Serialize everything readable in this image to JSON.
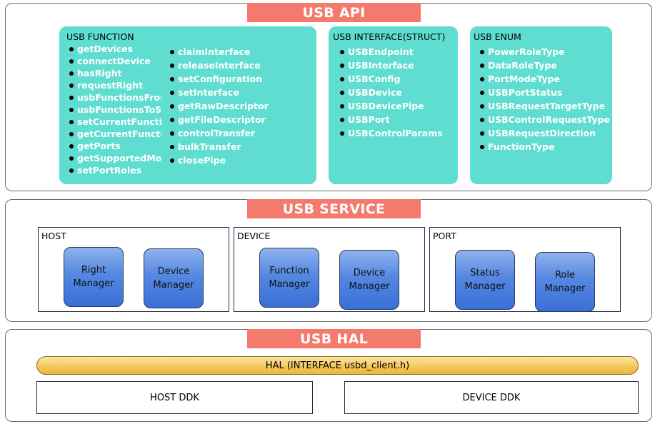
{
  "api": {
    "title": "USB API",
    "function": {
      "title": "USB FUNCTION",
      "col1": [
        "getDevices",
        "connectDevice",
        "hasRight",
        "requestRight",
        "usbFunctionsFromString",
        "usbFunctionsToString",
        "setCurrentFunctions",
        "getCurrentFunctions",
        "getPorts",
        "getSupportedModes",
        "setPortRoles"
      ],
      "col2": [
        "claimInterface",
        "releaseInterface",
        "setConfiguration",
        "setInterface",
        "getRawDescriptor",
        "getFileDescriptor",
        "controlTransfer",
        "bulkTransfer",
        "closePipe"
      ]
    },
    "interface": {
      "title": "USB INTERFACE(STRUCT)",
      "items": [
        "USBEndpoint",
        "USBInterface",
        "USBConfig",
        "USBDevice",
        "USBDevicePipe",
        "USBPort",
        "USBControlParams"
      ]
    },
    "enum": {
      "title": "USB ENUM",
      "items": [
        "PowerRoleType",
        "DataRoleType",
        "PortModeType",
        "USBPortStatus",
        "USBRequestTargetType",
        "USBControlRequestType",
        "USBRequestDirection",
        "FunctionType"
      ]
    }
  },
  "service": {
    "title": "USB SERVICE",
    "host": {
      "title": "HOST",
      "m1": [
        "Right",
        "Manager"
      ],
      "m2": [
        "Device",
        "Manager"
      ]
    },
    "device": {
      "title": "DEVICE",
      "m1": [
        "Function",
        "Manager"
      ],
      "m2": [
        "Device",
        "Manager"
      ]
    },
    "port": {
      "title": "PORT",
      "m1": [
        "Status",
        "Manager"
      ],
      "m2": [
        "Role",
        "Manager"
      ]
    }
  },
  "hal": {
    "title": "USB HAL",
    "interface_label": "HAL (INTERFACE usbd_client.h)",
    "host_ddk": "HOST DDK",
    "device_ddk": "DEVICE DDK"
  }
}
